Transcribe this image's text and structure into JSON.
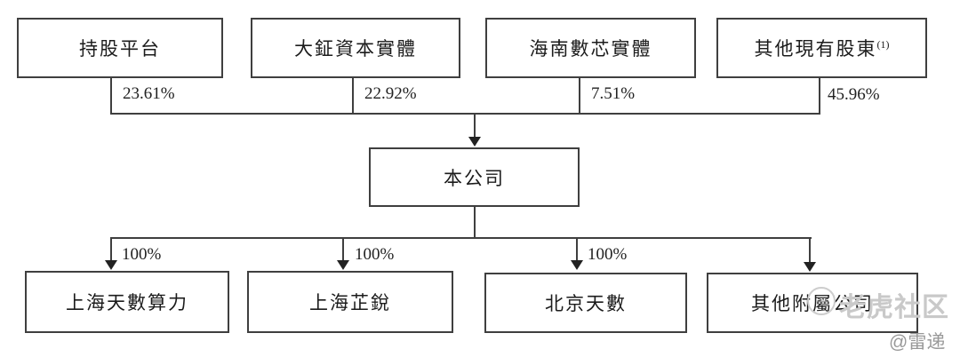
{
  "diagram": {
    "type": "org-structure",
    "parent_company": {
      "name": "本公司"
    },
    "shareholders": [
      {
        "name": "持股平台",
        "ownership": "23.61%"
      },
      {
        "name": "大鉦資本實體",
        "ownership": "22.92%"
      },
      {
        "name": "海南數芯實體",
        "ownership": "7.51%"
      },
      {
        "name": "其他現有股東",
        "note_superscript": "(1)",
        "ownership": "45.96%"
      }
    ],
    "subsidiaries": [
      {
        "name": "上海天數算力",
        "ownership": "100%"
      },
      {
        "name": "上海芷銳",
        "ownership": "100%"
      },
      {
        "name": "北京天數",
        "ownership": "100%"
      },
      {
        "name": "其他附屬公司",
        "ownership": ""
      }
    ],
    "watermark": {
      "brand": "老虎社区",
      "credit": "@雷递"
    },
    "colors": {
      "line": "#3f3f3f",
      "text": "#1c1c1c",
      "arrow": "#222222",
      "watermark_brand": "#c9c9c9",
      "watermark_credit": "#999999",
      "background": "#ffffff"
    }
  }
}
